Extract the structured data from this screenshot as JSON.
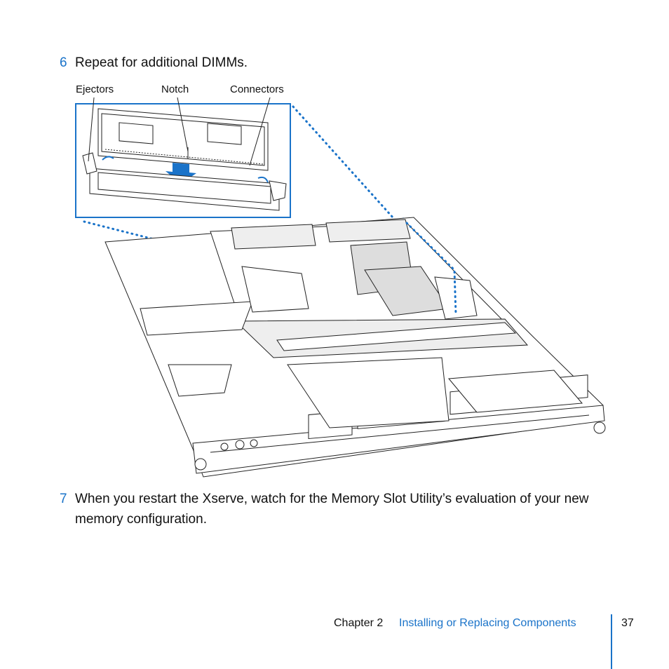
{
  "steps": [
    {
      "number": "6",
      "text": "Repeat for additional DIMMs."
    },
    {
      "number": "7",
      "text": "When you restart the Xserve, watch for the Memory Slot Utility’s evaluation of your new memory configuration."
    }
  ],
  "figure": {
    "callouts": {
      "ejectors": "Ejectors",
      "notch": "Notch",
      "connectors": "Connectors"
    }
  },
  "footer": {
    "chapter": "Chapter 2",
    "title": "Installing or Replacing Components",
    "page": "37"
  },
  "colors": {
    "accent": "#1a73c9"
  }
}
